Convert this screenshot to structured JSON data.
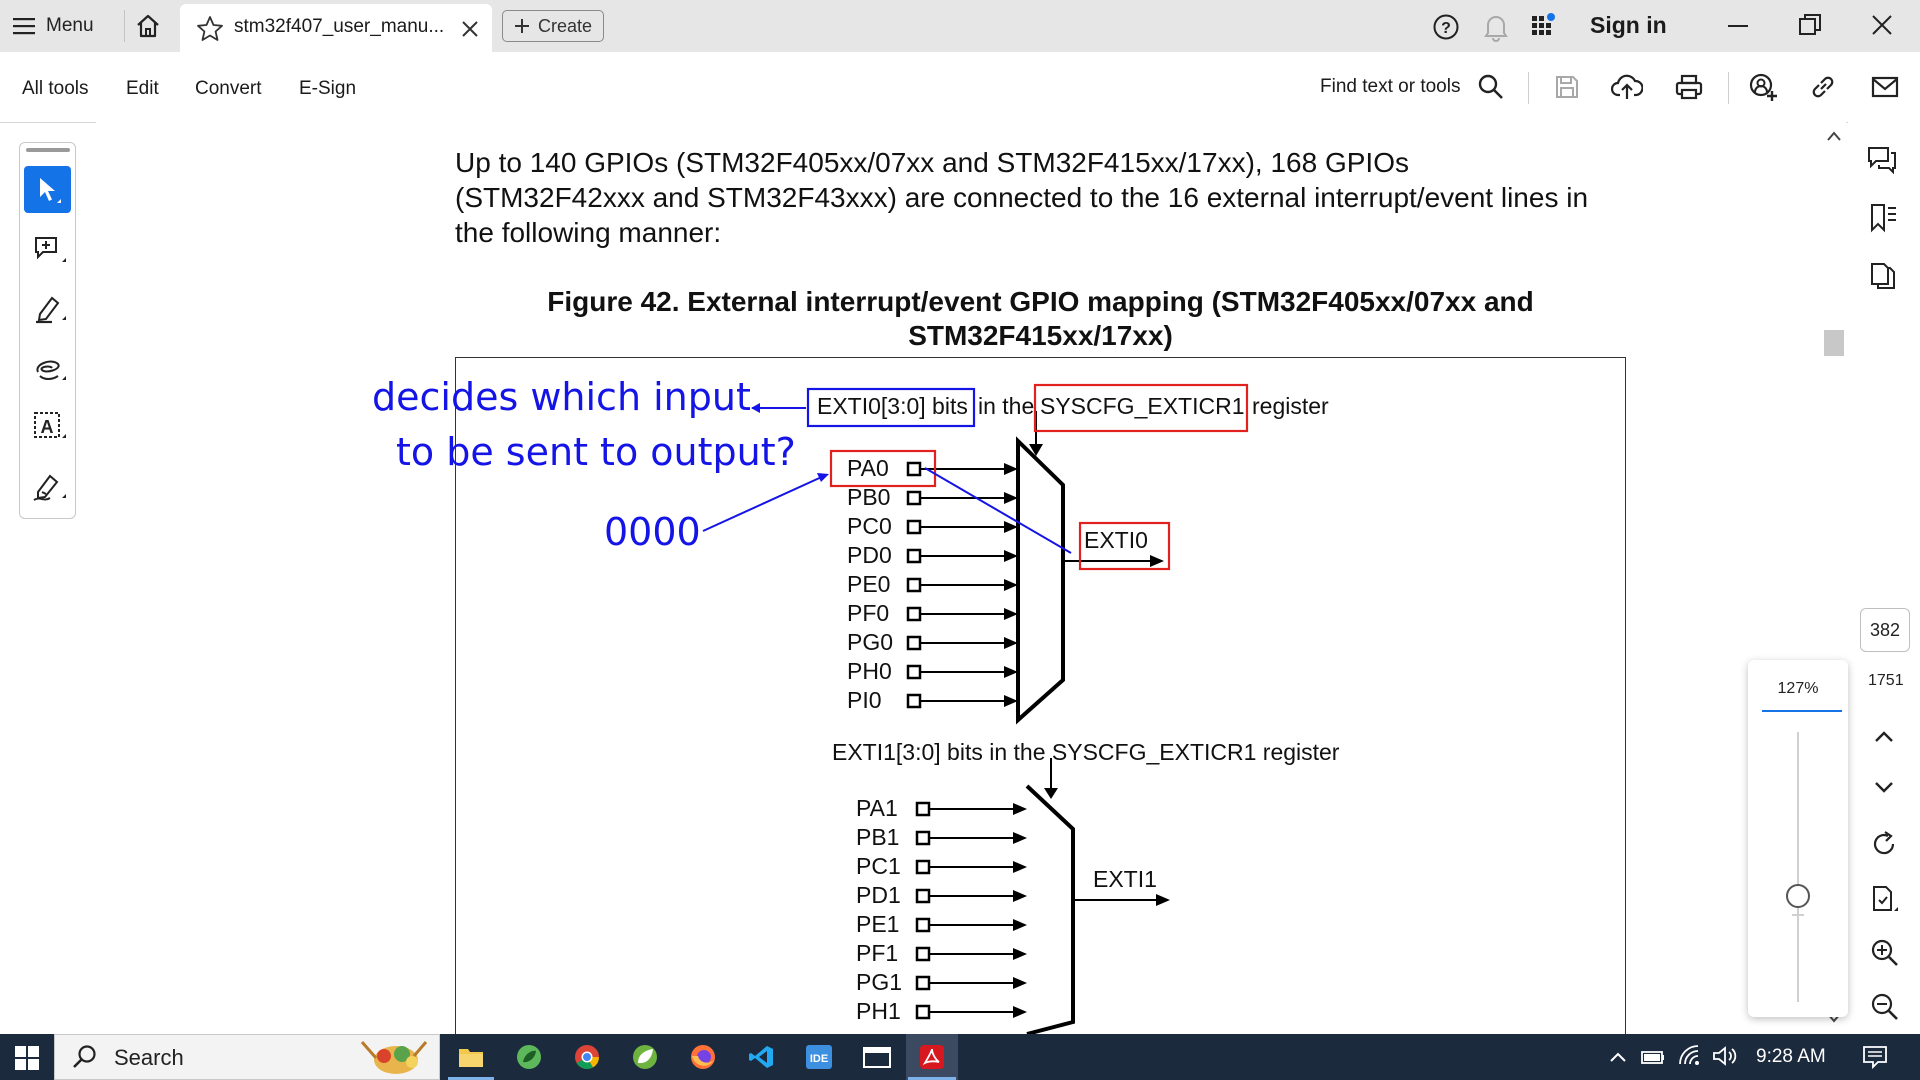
{
  "tabbar": {
    "menu_label": "Menu",
    "doc_tab_title": "stm32f407_user_manu...",
    "create_label": "Create",
    "sign_in_label": "Sign in"
  },
  "toolbar": {
    "menu": [
      "All tools",
      "Edit",
      "Convert",
      "E-Sign"
    ],
    "find_label": "Find text or tools"
  },
  "document": {
    "paragraph_lines": [
      "Up to 140 GPIOs (STM32F405xx/07xx and STM32F415xx/17xx), 168 GPIOs",
      "(STM32F42xxx and STM32F43xxx) are connected to the 16 external interrupt/event lines in",
      "the following manner:"
    ],
    "figure_title_lines": [
      "Figure 42. External interrupt/event GPIO mapping (STM32F405xx/07xx and",
      "STM32F415xx/17xx)"
    ],
    "mux0": {
      "bits_label": "EXTI0[3:0] bits",
      "in_the": "in the",
      "register_name": "SYSCFG_EXTICR1",
      "register_word": "register",
      "pins": [
        "PA0",
        "PB0",
        "PC0",
        "PD0",
        "PE0",
        "PF0",
        "PG0",
        "PH0",
        "PI0"
      ],
      "output": "EXTI0"
    },
    "mux1": {
      "caption": "EXTI1[3:0] bits in the SYSCFG_EXTICR1 register",
      "pins": [
        "PA1",
        "PB1",
        "PC1",
        "PD1",
        "PE1",
        "PF1",
        "PG1",
        "PH1"
      ],
      "output": "EXTI1"
    },
    "annotations": {
      "note_line1": "decides which input",
      "note_line2": "to be sent to output?",
      "code": "0000"
    }
  },
  "navigation": {
    "current_page": "382",
    "total_pages": "1751",
    "zoom": "127%"
  },
  "taskbar": {
    "search_label": "Search",
    "time": "9:28 AM"
  },
  "colors": {
    "accent_blue": "#1473e6",
    "annotation_blue": "#1414e6",
    "annotation_red": "#e0211e",
    "taskbar": "#1c2a3e"
  }
}
